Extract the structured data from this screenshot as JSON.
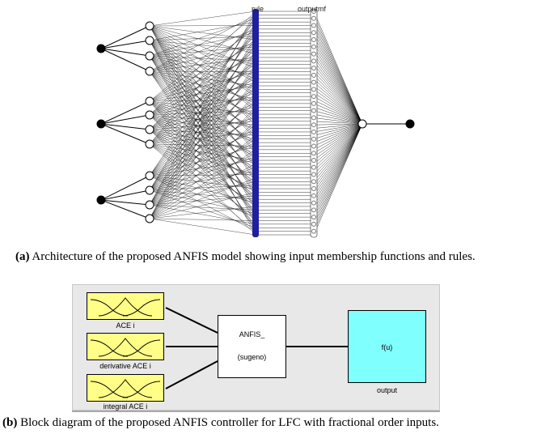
{
  "figure_a": {
    "layer_label_rule": "rule",
    "layer_label_outputmf": "outputmf",
    "caption_tag": "(a)",
    "caption_text": " Architecture of the proposed ANFIS model showing input membership functions and rules."
  },
  "figure_b": {
    "inputs": [
      {
        "label": "ACE i"
      },
      {
        "label": "derivative ACE i"
      },
      {
        "label": "integral ACE i"
      }
    ],
    "fis_name": "ANFIS_",
    "fis_type": "(sugeno)",
    "output_function": "f(u)",
    "output_label": "output",
    "caption_tag": "(b)",
    "caption_text": " Block diagram of the proposed ANFIS controller for LFC with fractional order inputs."
  },
  "colors": {
    "rule_nodes": "#1f1fa0",
    "mf_box": "#ffff88",
    "output_box": "#80ffff",
    "panel_bg": "#e8e8e8"
  }
}
